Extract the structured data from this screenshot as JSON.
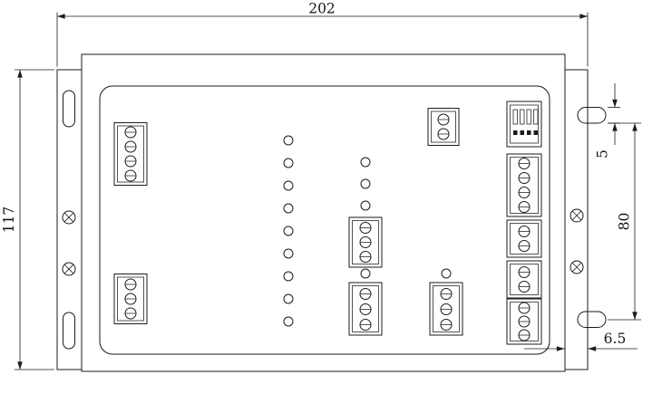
{
  "drawing": {
    "dimension_labels": {
      "overall_width": "202",
      "overall_height": "117",
      "mount_slot_width": "5",
      "mount_slot_spacing": "80",
      "flange_offset": "6.5"
    }
  }
}
